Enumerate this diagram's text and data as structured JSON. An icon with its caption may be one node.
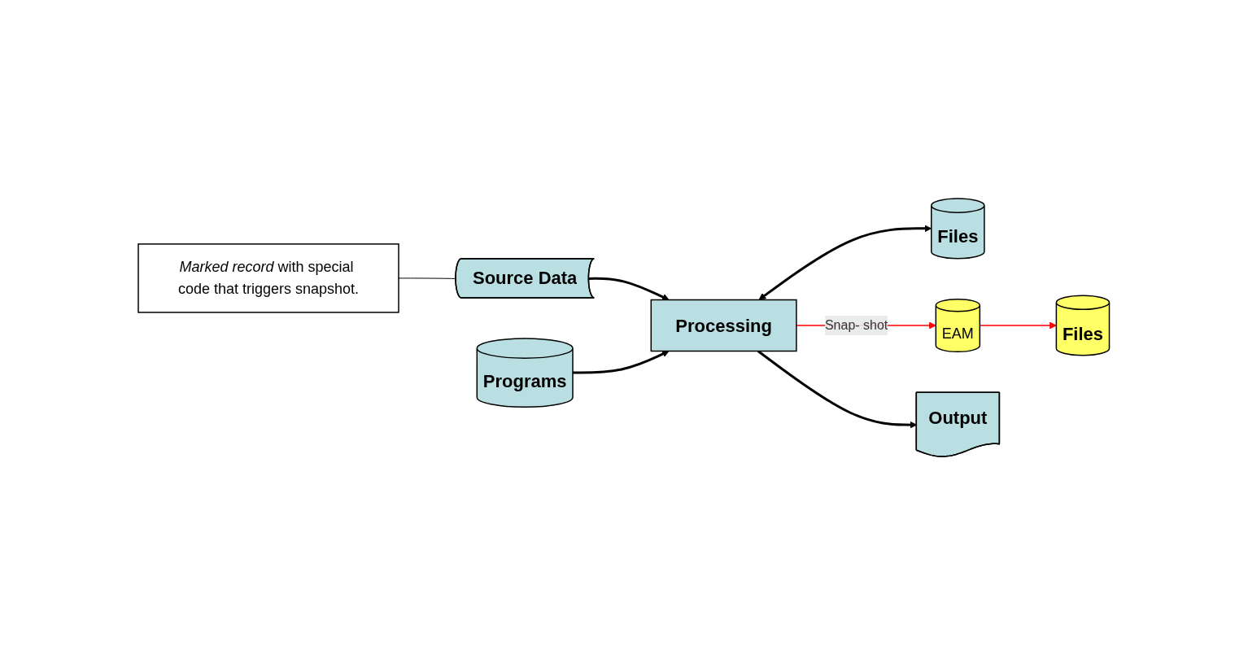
{
  "diagram": {
    "nodes": [
      {
        "text": [
          "Source Data"
        ]
      },
      {
        "text": [
          "Programs"
        ]
      },
      {
        "text": [
          "Processing"
        ]
      },
      {
        "text": [
          "Files"
        ]
      },
      {
        "text": [
          "EAM"
        ]
      },
      {
        "text": [
          "Output"
        ]
      },
      {
        "text": [
          "Files"
        ]
      },
      {
        "text": [
          "*Marked record* with special code that triggers snapshot."
        ]
      }
    ],
    "edges": [
      {
        "from": 0,
        "to": 2,
        "arrow": "to"
      },
      {
        "from": 1,
        "to": 2,
        "arrow": "to"
      },
      {
        "from": 2,
        "to": 3,
        "arrow": "both"
      },
      {
        "from": 2,
        "to": 5,
        "arrow": "to"
      },
      {
        "from": 2,
        "to": 4,
        "arrow": "to",
        "label": "Snap- shot",
        "color": "#ff0000"
      },
      {
        "from": 4,
        "to": 6,
        "arrow": "to",
        "color": "#ff0000"
      },
      {
        "from": 7,
        "to": 0,
        "arrow": "none"
      }
    ]
  }
}
